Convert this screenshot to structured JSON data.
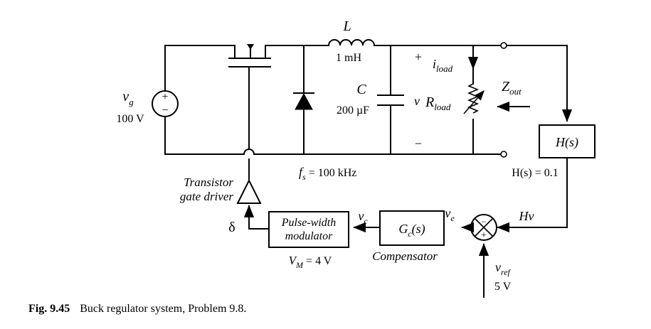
{
  "labels": {
    "inductor_symbol": "L",
    "inductor_value": "1 mH",
    "capacitor_symbol": "C",
    "capacitor_value": "200 µF",
    "source_symbol": "v",
    "source_sub": "g",
    "source_value": "100 V",
    "plus": "+",
    "minus": "−",
    "load_current": "i",
    "load_current_sub": "load",
    "output_voltage": "v",
    "load_resistor": "R",
    "load_resistor_sub": "load",
    "zout": "Z",
    "zout_sub": "out",
    "fs_symbol": "f",
    "fs_sub": "s",
    "fs_value": " = 100 kHz",
    "sensor_block": "H(s)",
    "sensor_value": "H(s) = 0.1",
    "driver_line1": "Transistor",
    "driver_line2": "gate driver",
    "delta": "δ",
    "pwm_line1": "Pulse-width",
    "pwm_line2": "modulator",
    "vm_symbol": "V",
    "vm_sub": "M",
    "vm_value": " = 4 V",
    "vc_symbol": "v",
    "vc_sub": "c",
    "comp_block": "G",
    "comp_block_sub": "c",
    "comp_block_arg": "(s)",
    "comp_name": "Compensator",
    "ve_symbol": "v",
    "ve_sub": "e",
    "hv": "Hv",
    "vref_symbol": "v",
    "vref_sub": "ref",
    "vref_value": "5 V",
    "sum_plus": "+",
    "sum_minus": "−"
  },
  "caption": {
    "number": "Fig. 9.45",
    "text": "Buck regulator system, Problem 9.8."
  }
}
